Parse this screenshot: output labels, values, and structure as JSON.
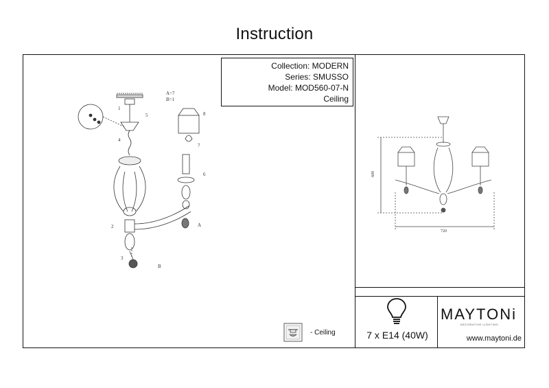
{
  "page": {
    "title": "Instruction"
  },
  "info": {
    "collection": "Collection: MODERN",
    "series": "Series: SMUSSO",
    "model": "Model: MOD560-07-N",
    "mount": "Ceiling"
  },
  "assembly": {
    "parts_legend_a": "A=7",
    "parts_legend_b": "B=1",
    "label_a": "A",
    "label_b": "B",
    "steps": [
      "1",
      "2",
      "3",
      "4",
      "5",
      "6",
      "7",
      "8"
    ]
  },
  "dimensions": {
    "height": "600",
    "width": "720"
  },
  "footer": {
    "mount_label": "- Ceiling",
    "lamp_spec": "7 x E14 (40W)",
    "brand": "MAYTONi",
    "brand_sub": "DECORATIVE LIGHTING",
    "website": "www.maytoni.de"
  },
  "icons": {
    "bulb": "light-bulb-icon",
    "ceiling": "ceiling-mount-icon"
  }
}
